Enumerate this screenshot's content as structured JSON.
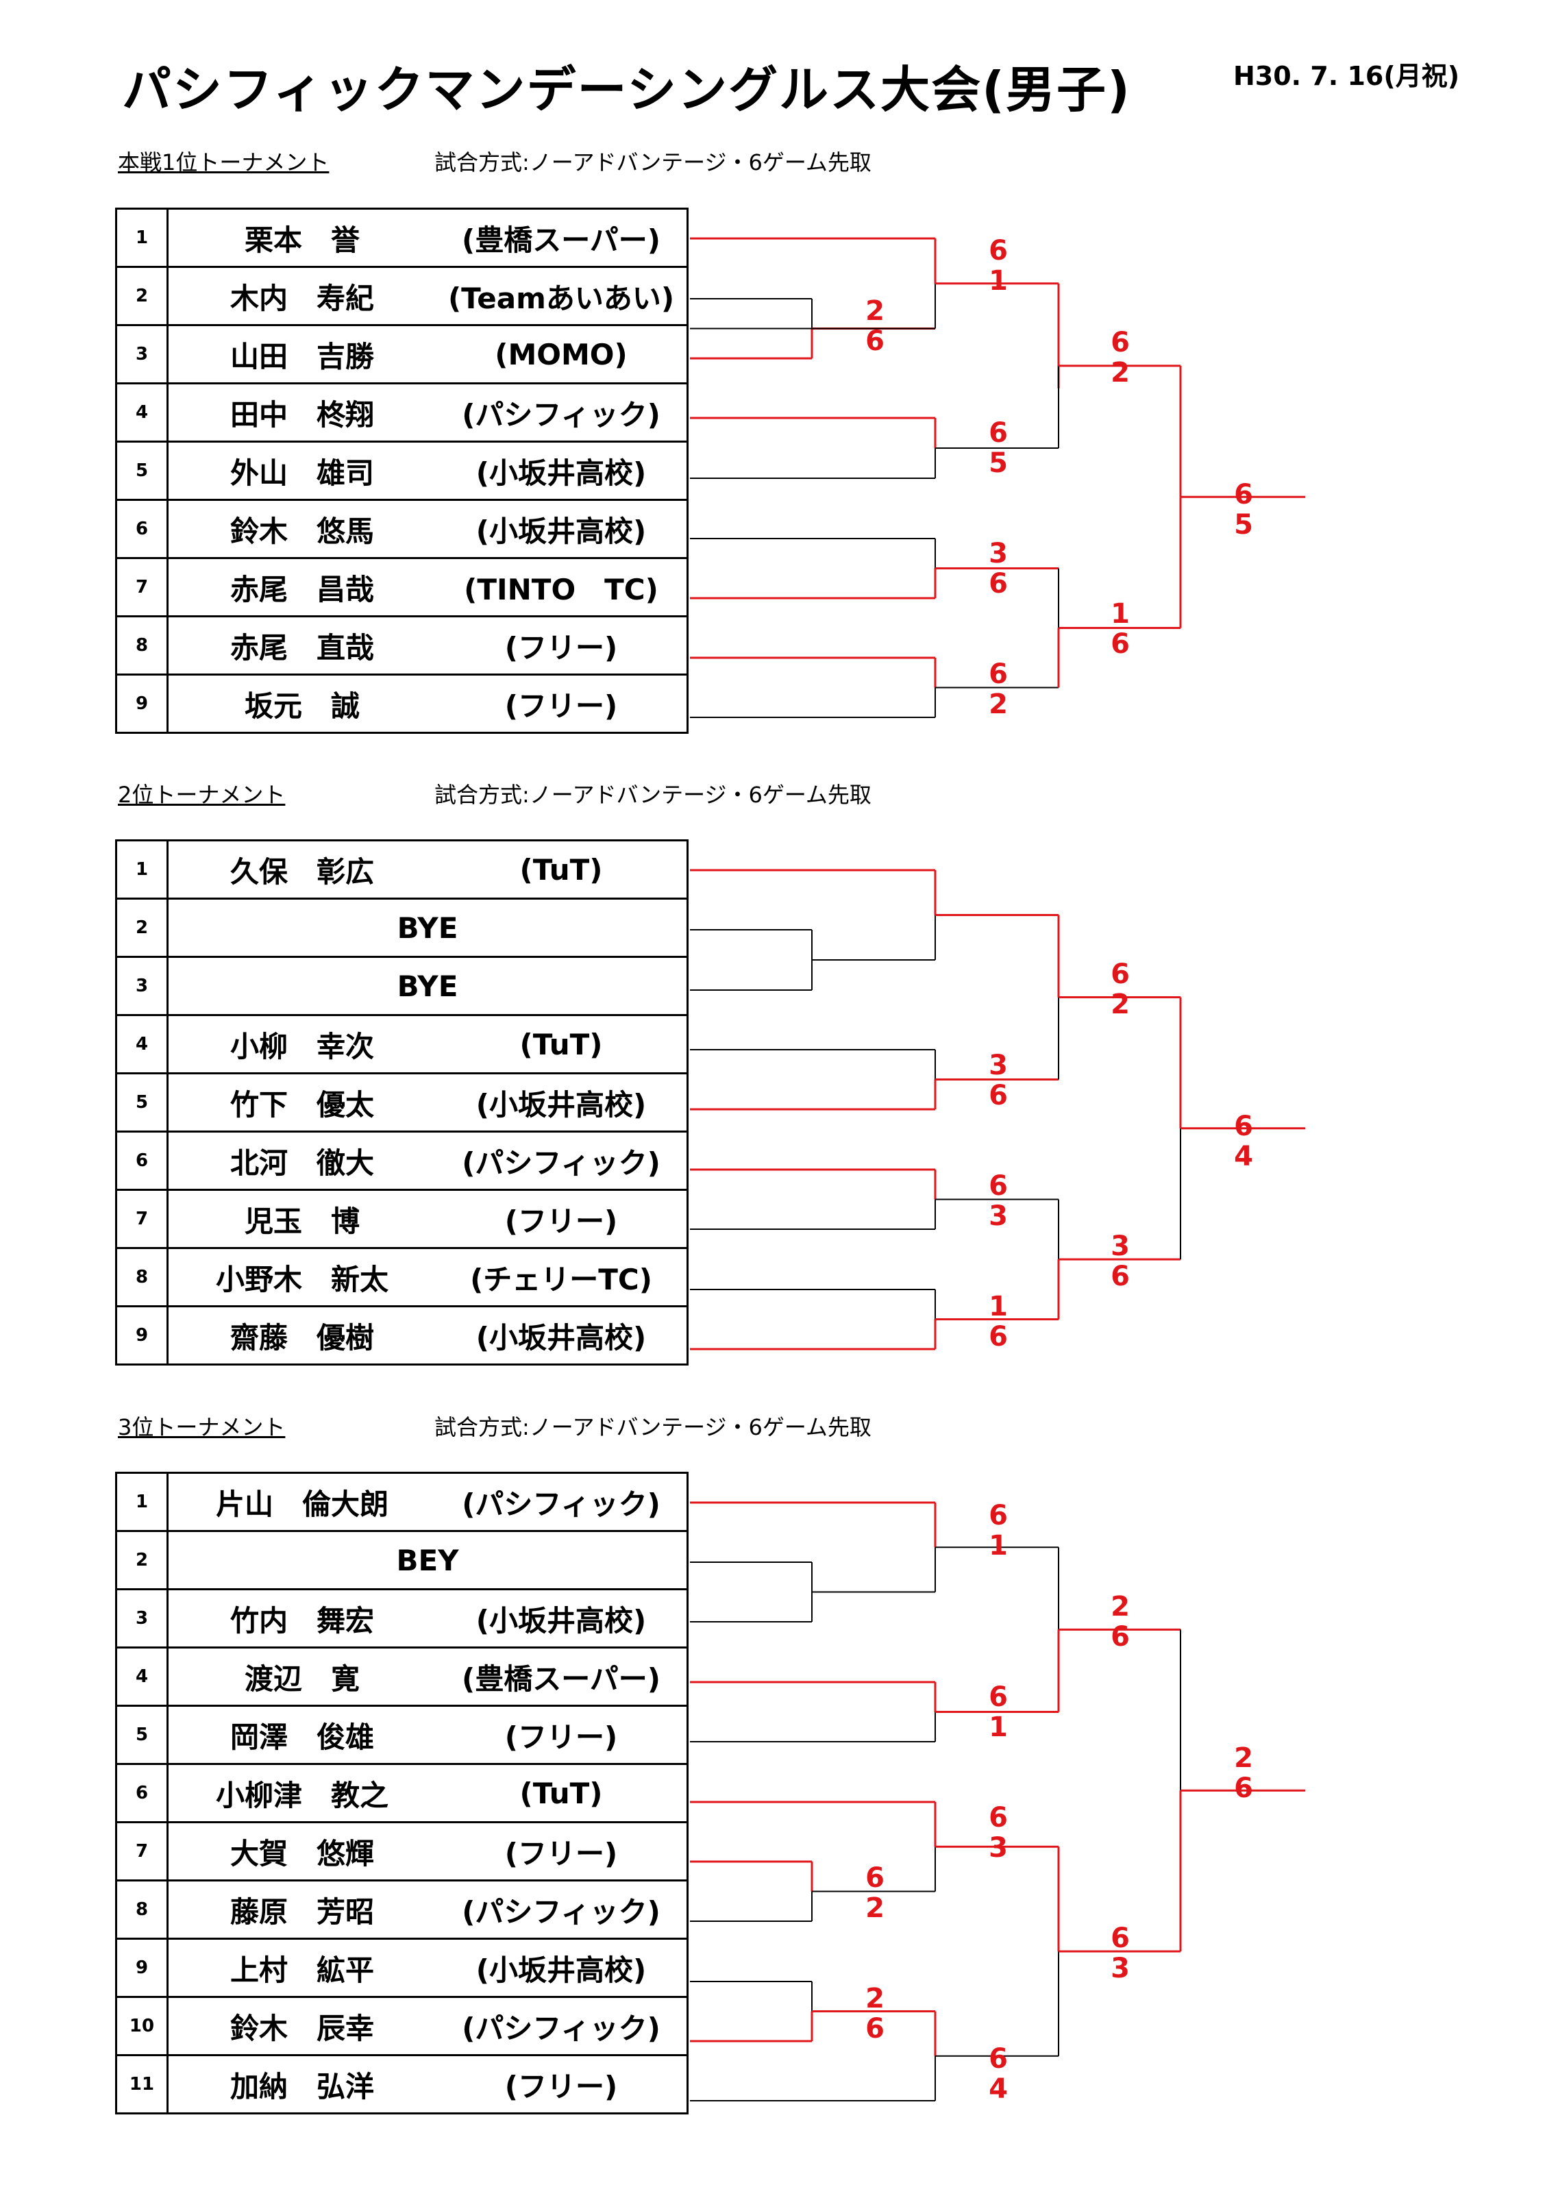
{
  "header": {
    "title": "パシフィックマンデーシングルス大会(男子)",
    "date": "H30. 7. 16(月祝)"
  },
  "sections": [
    {
      "label": "本戦1位トーナメント",
      "format": "試合方式:ノーアドバンテージ・6ゲーム先取",
      "players": [
        {
          "seed": "1",
          "name": "栗本　誉",
          "club": "(豊橋スーパー)"
        },
        {
          "seed": "2",
          "name": "木内　寿紀",
          "club": "(Teamあいあい)"
        },
        {
          "seed": "3",
          "name": "山田　吉勝",
          "club": "(MOMO)"
        },
        {
          "seed": "4",
          "name": "田中　柊翔",
          "club": "(パシフィック)"
        },
        {
          "seed": "5",
          "name": "外山　雄司",
          "club": "(小坂井高校)"
        },
        {
          "seed": "6",
          "name": "鈴木　悠馬",
          "club": "(小坂井高校)"
        },
        {
          "seed": "7",
          "name": "赤尾　昌哉",
          "club": "(TINTO　TC)"
        },
        {
          "seed": "8",
          "name": "赤尾　直哉",
          "club": "(フリー)"
        },
        {
          "seed": "9",
          "name": "坂元　誠",
          "club": "(フリー)"
        }
      ],
      "scores": [
        {
          "top": "2",
          "bottom": "6"
        },
        {
          "top": "6",
          "bottom": "1"
        },
        {
          "top": "6",
          "bottom": "5"
        },
        {
          "top": "3",
          "bottom": "6"
        },
        {
          "top": "6",
          "bottom": "2"
        },
        {
          "top": "6",
          "bottom": "2"
        },
        {
          "top": "1",
          "bottom": "6"
        },
        {
          "top": "6",
          "bottom": "5"
        }
      ]
    },
    {
      "label": "2位トーナメント",
      "format": "試合方式:ノーアドバンテージ・6ゲーム先取",
      "players": [
        {
          "seed": "1",
          "name": "久保　彰広",
          "club": "(TuT)"
        },
        {
          "seed": "2",
          "bye": "BYE"
        },
        {
          "seed": "3",
          "bye": "BYE"
        },
        {
          "seed": "4",
          "name": "小柳　幸次",
          "club": "(TuT)"
        },
        {
          "seed": "5",
          "name": "竹下　優太",
          "club": "(小坂井高校)"
        },
        {
          "seed": "6",
          "name": "北河　徹大",
          "club": "(パシフィック)"
        },
        {
          "seed": "7",
          "name": "児玉　博",
          "club": "(フリー)"
        },
        {
          "seed": "8",
          "name": "小野木　新太",
          "club": "(チェリーTC)"
        },
        {
          "seed": "9",
          "name": "齋藤　優樹",
          "club": "(小坂井高校)"
        }
      ],
      "scores": [
        {
          "top": "3",
          "bottom": "6"
        },
        {
          "top": "6",
          "bottom": "3"
        },
        {
          "top": "1",
          "bottom": "6"
        },
        {
          "top": "6",
          "bottom": "2"
        },
        {
          "top": "3",
          "bottom": "6"
        },
        {
          "top": "6",
          "bottom": "4"
        }
      ]
    },
    {
      "label": "3位トーナメント",
      "format": "試合方式:ノーアドバンテージ・6ゲーム先取",
      "players": [
        {
          "seed": "1",
          "name": "片山　倫大朗",
          "club": "(パシフィック)"
        },
        {
          "seed": "2",
          "bye": "BEY"
        },
        {
          "seed": "3",
          "name": "竹内　舞宏",
          "club": "(小坂井高校)"
        },
        {
          "seed": "4",
          "name": "渡辺　寛",
          "club": "(豊橋スーパー)"
        },
        {
          "seed": "5",
          "name": "岡澤　俊雄",
          "club": "(フリー)"
        },
        {
          "seed": "6",
          "name": "小柳津　教之",
          "club": "(TuT)"
        },
        {
          "seed": "7",
          "name": "大賀　悠輝",
          "club": "(フリー)"
        },
        {
          "seed": "8",
          "name": "藤原　芳昭",
          "club": "(パシフィック)"
        },
        {
          "seed": "9",
          "name": "上村　絋平",
          "club": "(小坂井高校)"
        },
        {
          "seed": "10",
          "name": "鈴木　辰幸",
          "club": "(パシフィック)"
        },
        {
          "seed": "11",
          "name": "加納　弘洋",
          "club": "(フリー)"
        }
      ],
      "scores": [
        {
          "top": "6",
          "bottom": "2"
        },
        {
          "top": "2",
          "bottom": "6"
        },
        {
          "top": "6",
          "bottom": "1"
        },
        {
          "top": "6",
          "bottom": "1"
        },
        {
          "top": "6",
          "bottom": "3"
        },
        {
          "top": "6",
          "bottom": "4"
        },
        {
          "top": "2",
          "bottom": "6"
        },
        {
          "top": "6",
          "bottom": "3"
        },
        {
          "top": "2",
          "bottom": "6"
        }
      ]
    }
  ],
  "colors": {
    "winner_line": "#e0161a",
    "loser_line": "#000000",
    "score_text": "#e0161a"
  }
}
